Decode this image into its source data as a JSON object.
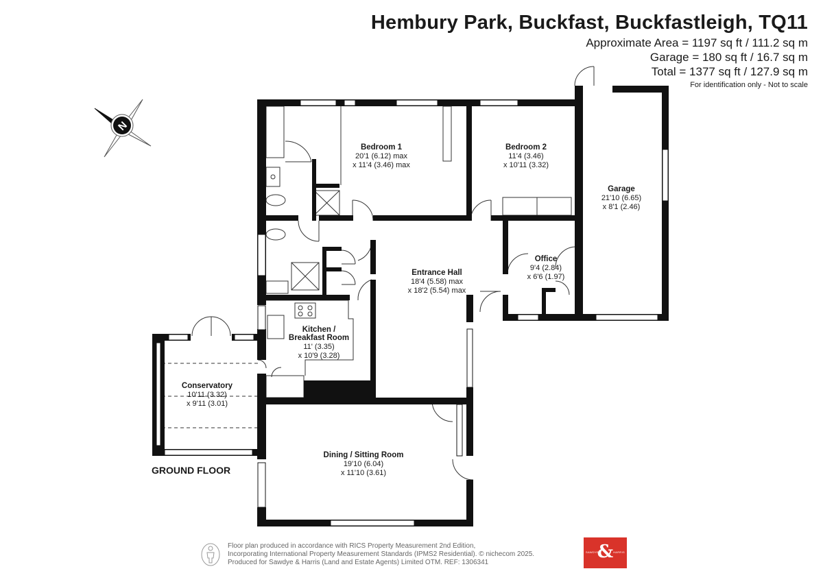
{
  "header": {
    "title": "Hembury Park, Buckfast, Buckfastleigh, TQ11",
    "area_lines": [
      "Approximate Area = 1197 sq ft / 111.2 sq m",
      "Garage = 180 sq ft / 16.7 sq m",
      "Total = 1377 sq ft / 127.9 sq m"
    ],
    "note": "For identification only - Not to scale"
  },
  "compass": {
    "label": "N",
    "icon": "compass-icon"
  },
  "floor_label": "GROUND FLOOR",
  "rooms": {
    "bedroom1": {
      "name": "Bedroom 1",
      "dim1": "20'1 (6.12) max",
      "dim2": "x 11'4 (3.46) max"
    },
    "bedroom2": {
      "name": "Bedroom 2",
      "dim1": "11'4 (3.46)",
      "dim2": "x 10'11 (3.32)"
    },
    "garage": {
      "name": "Garage",
      "dim1": "21'10 (6.65)",
      "dim2": "x 8'1 (2.46)"
    },
    "office": {
      "name": "Office",
      "dim1": "9'4 (2.84)",
      "dim2": "x 6'6 (1.97)"
    },
    "entrance": {
      "name": "Entrance Hall",
      "dim1": "18'4 (5.58) max",
      "dim2": "x 18'2 (5.54) max"
    },
    "kitchen": {
      "name1": "Kitchen /",
      "name2": "Breakfast Room",
      "dim1": "11' (3.35)",
      "dim2": "x 10'9 (3.28)"
    },
    "conservatory": {
      "name": "Conservatory",
      "dim1": "10'11 (3.32)",
      "dim2": "x 9'11 (3.01)"
    },
    "dining": {
      "name": "Dining / Sitting Room",
      "dim1": "19'10 (6.04)",
      "dim2": "x 11'10 (3.61)"
    }
  },
  "footer": {
    "lines": [
      "Floor plan produced in accordance with RICS Property Measurement 2nd Edition,",
      "Incorporating International Property Measurement Standards (IPMS2 Residential).   © nichecom 2025.",
      "Produced for Sawdye & Harris (Land and Estate Agents) Limited OTM.   REF:  1306341"
    ]
  },
  "logo": {
    "symbol": "&",
    "left": "SAWDYE",
    "right": "HARRIS",
    "color": "#d9332a"
  },
  "colors": {
    "wall": "#111111",
    "text": "#1a1a1a",
    "footer_text": "#666666"
  }
}
